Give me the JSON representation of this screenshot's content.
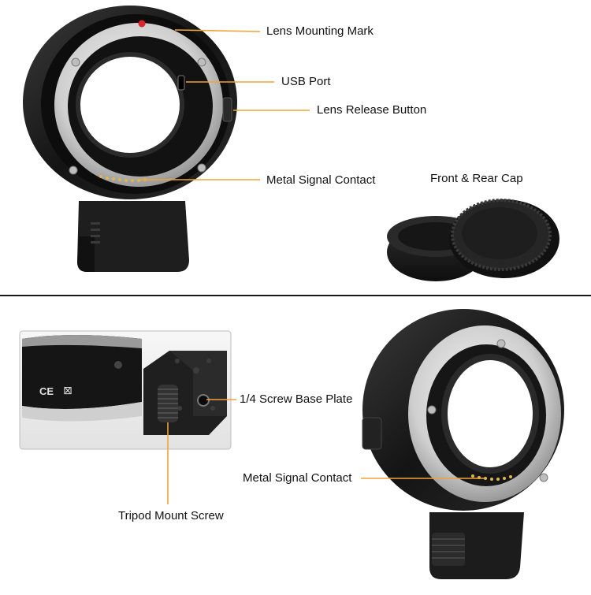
{
  "top_panel": {
    "callouts": [
      {
        "id": "lens-mounting-mark",
        "text": "Lens Mounting Mark"
      },
      {
        "id": "usb-port",
        "text": "USB Port"
      },
      {
        "id": "lens-release-button",
        "text": "Lens Release Button"
      },
      {
        "id": "metal-signal-contact",
        "text": "Metal Signal Contact"
      }
    ],
    "caps_label": "Front & Rear Cap"
  },
  "bottom_panel": {
    "inset_marks": {
      "ce": "CE",
      "bin": "⊠"
    },
    "callouts": [
      {
        "id": "screw-base-plate",
        "text": "1/4 Screw Base Plate"
      },
      {
        "id": "tripod-mount-screw",
        "text": "Tripod Mount Screw"
      },
      {
        "id": "metal-signal-contact-2",
        "text": "Metal Signal Contact"
      }
    ]
  },
  "colors": {
    "leader_line": "#f0a33a",
    "mark_dot": "#d9262e",
    "body": "#1b1b1b",
    "metal": "#d8d8d8"
  }
}
